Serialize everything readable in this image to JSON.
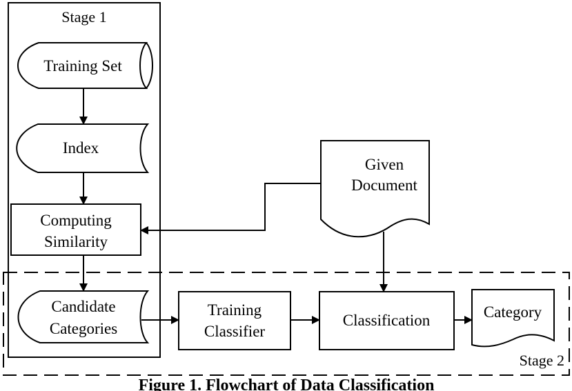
{
  "stage1_label": "Stage 1",
  "stage2_label": "Stage 2",
  "nodes": {
    "training_set": "Training Set",
    "index": "Index",
    "computing_similarity": [
      "Computing",
      "Similarity"
    ],
    "candidate_categories": [
      "Candidate",
      "Categories"
    ],
    "training_classifier": [
      "Training",
      "Classifier"
    ],
    "classification": "Classification",
    "category": "Category",
    "given_document": [
      "Given",
      "Document"
    ]
  },
  "caption": "Figure 1. Flowchart of Data Classification"
}
